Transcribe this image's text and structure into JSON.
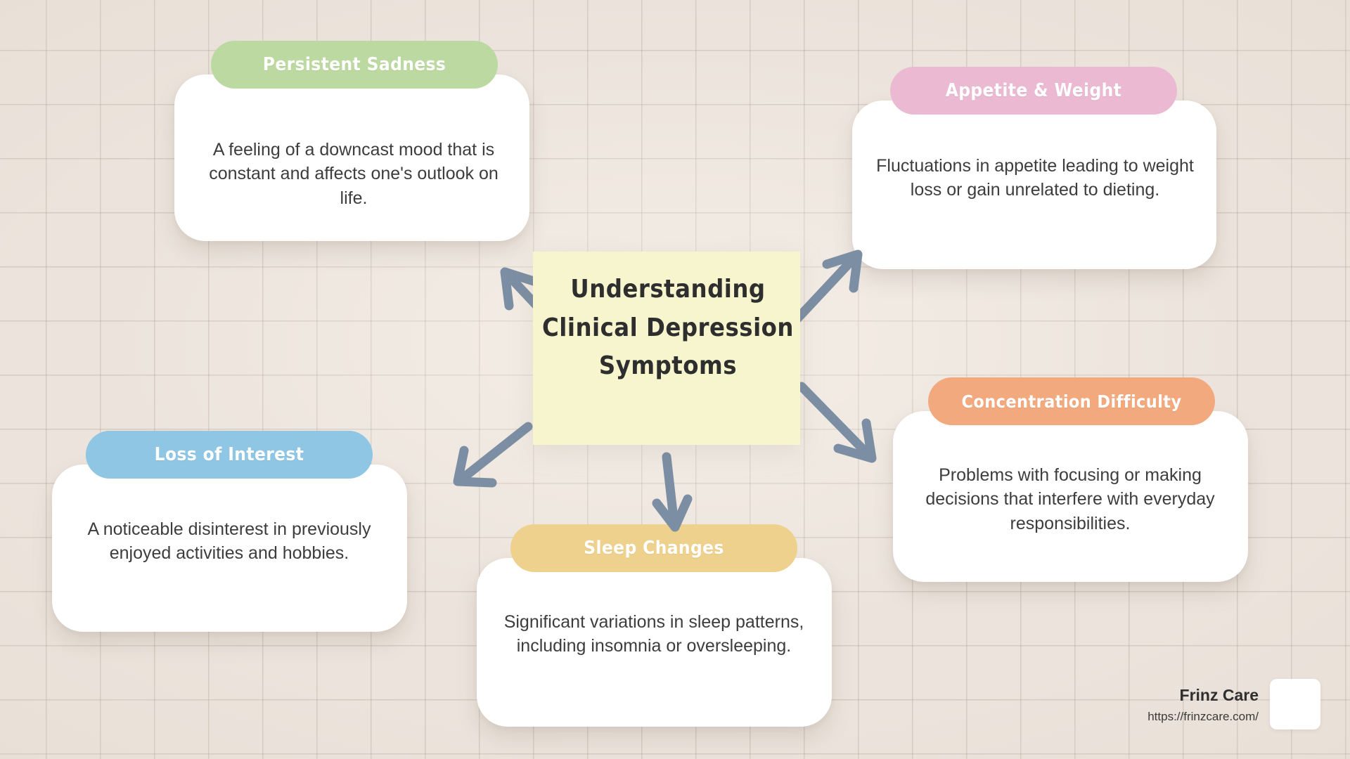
{
  "canvas": {
    "background_color": "#ece4dc",
    "grid_line_color": "#a09184"
  },
  "center": {
    "shape": "blob",
    "fill_color": "#f6f5cd",
    "title_line_1": "Understanding",
    "title_line_2": "Clinical Depression",
    "title_line_3": "Symptoms",
    "title_color": "#2e2e2e"
  },
  "arrows": {
    "color": "#7b8ea3",
    "count": 5,
    "directions": [
      "up-left",
      "up-right",
      "down-right",
      "down-left",
      "down"
    ]
  },
  "cards": [
    {
      "id": "persistent-sadness",
      "title": "Persistent Sadness",
      "body": "A feeling of a downcast mood that is constant and affects one's outlook on life.",
      "accent_color": "#bbd9a0",
      "body_color": "#ffffff"
    },
    {
      "id": "appetite-weight",
      "title": "Appetite & Weight",
      "body": "Fluctuations in appetite leading to weight loss or gain unrelated to dieting.",
      "accent_color": "#ebb9d1",
      "body_color": "#ffffff"
    },
    {
      "id": "concentration-difficulty",
      "title": "Concentration Difficulty",
      "body": "Problems with focusing or making decisions that interfere with everyday responsibilities.",
      "accent_color": "#f2a97e",
      "body_color": "#ffffff"
    },
    {
      "id": "loss-of-interest",
      "title": "Loss of Interest",
      "body": "A noticeable disinterest in previously enjoyed activities and hobbies.",
      "accent_color": "#8ec6e4",
      "body_color": "#ffffff"
    },
    {
      "id": "sleep-changes",
      "title": "Sleep Changes",
      "body": "Significant variations in sleep patterns, including insomnia or oversleeping.",
      "accent_color": "#edd18c",
      "body_color": "#ffffff"
    }
  ],
  "branding": {
    "name": "Frinz Care",
    "url": "https://frinzcare.com/",
    "logo": "logo-placeholder"
  }
}
